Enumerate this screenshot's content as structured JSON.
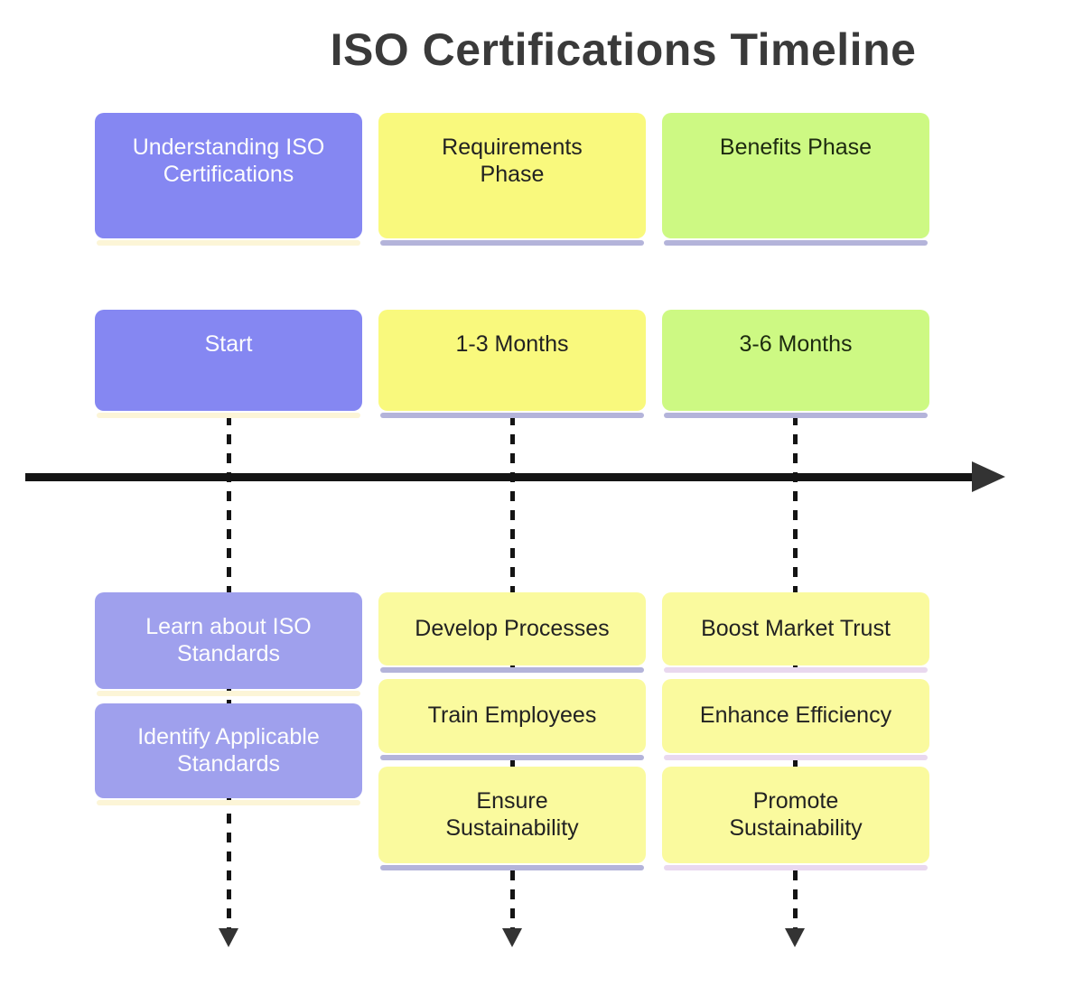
{
  "title": "ISO Certifications Timeline",
  "colors": {
    "purple": "#8587f2",
    "purple_light": "#9fa0ed",
    "yellow": "#f9f97d",
    "yellow_light": "#fafa9e",
    "green": "#cdf983",
    "shadow_cream": "#fcf5d7",
    "shadow_periwinkle": "#b4b4da",
    "shadow_lilac": "#e9d8ef",
    "timeline_black": "#141414",
    "arrowhead_gray": "#333333",
    "title_gray": "#3a3a3a"
  },
  "columns": [
    {
      "header": "Understanding ISO\nCertifications",
      "duration": "Start",
      "steps": [
        "Learn about ISO\nStandards",
        "Identify Applicable\nStandards"
      ]
    },
    {
      "header": "Requirements\nPhase",
      "duration": "1-3 Months",
      "steps": [
        "Develop Processes",
        "Train Employees",
        "Ensure\nSustainability"
      ]
    },
    {
      "header": "Benefits Phase",
      "duration": "3-6 Months",
      "steps": [
        "Boost Market Trust",
        "Enhance Efficiency",
        "Promote\nSustainability"
      ]
    }
  ]
}
